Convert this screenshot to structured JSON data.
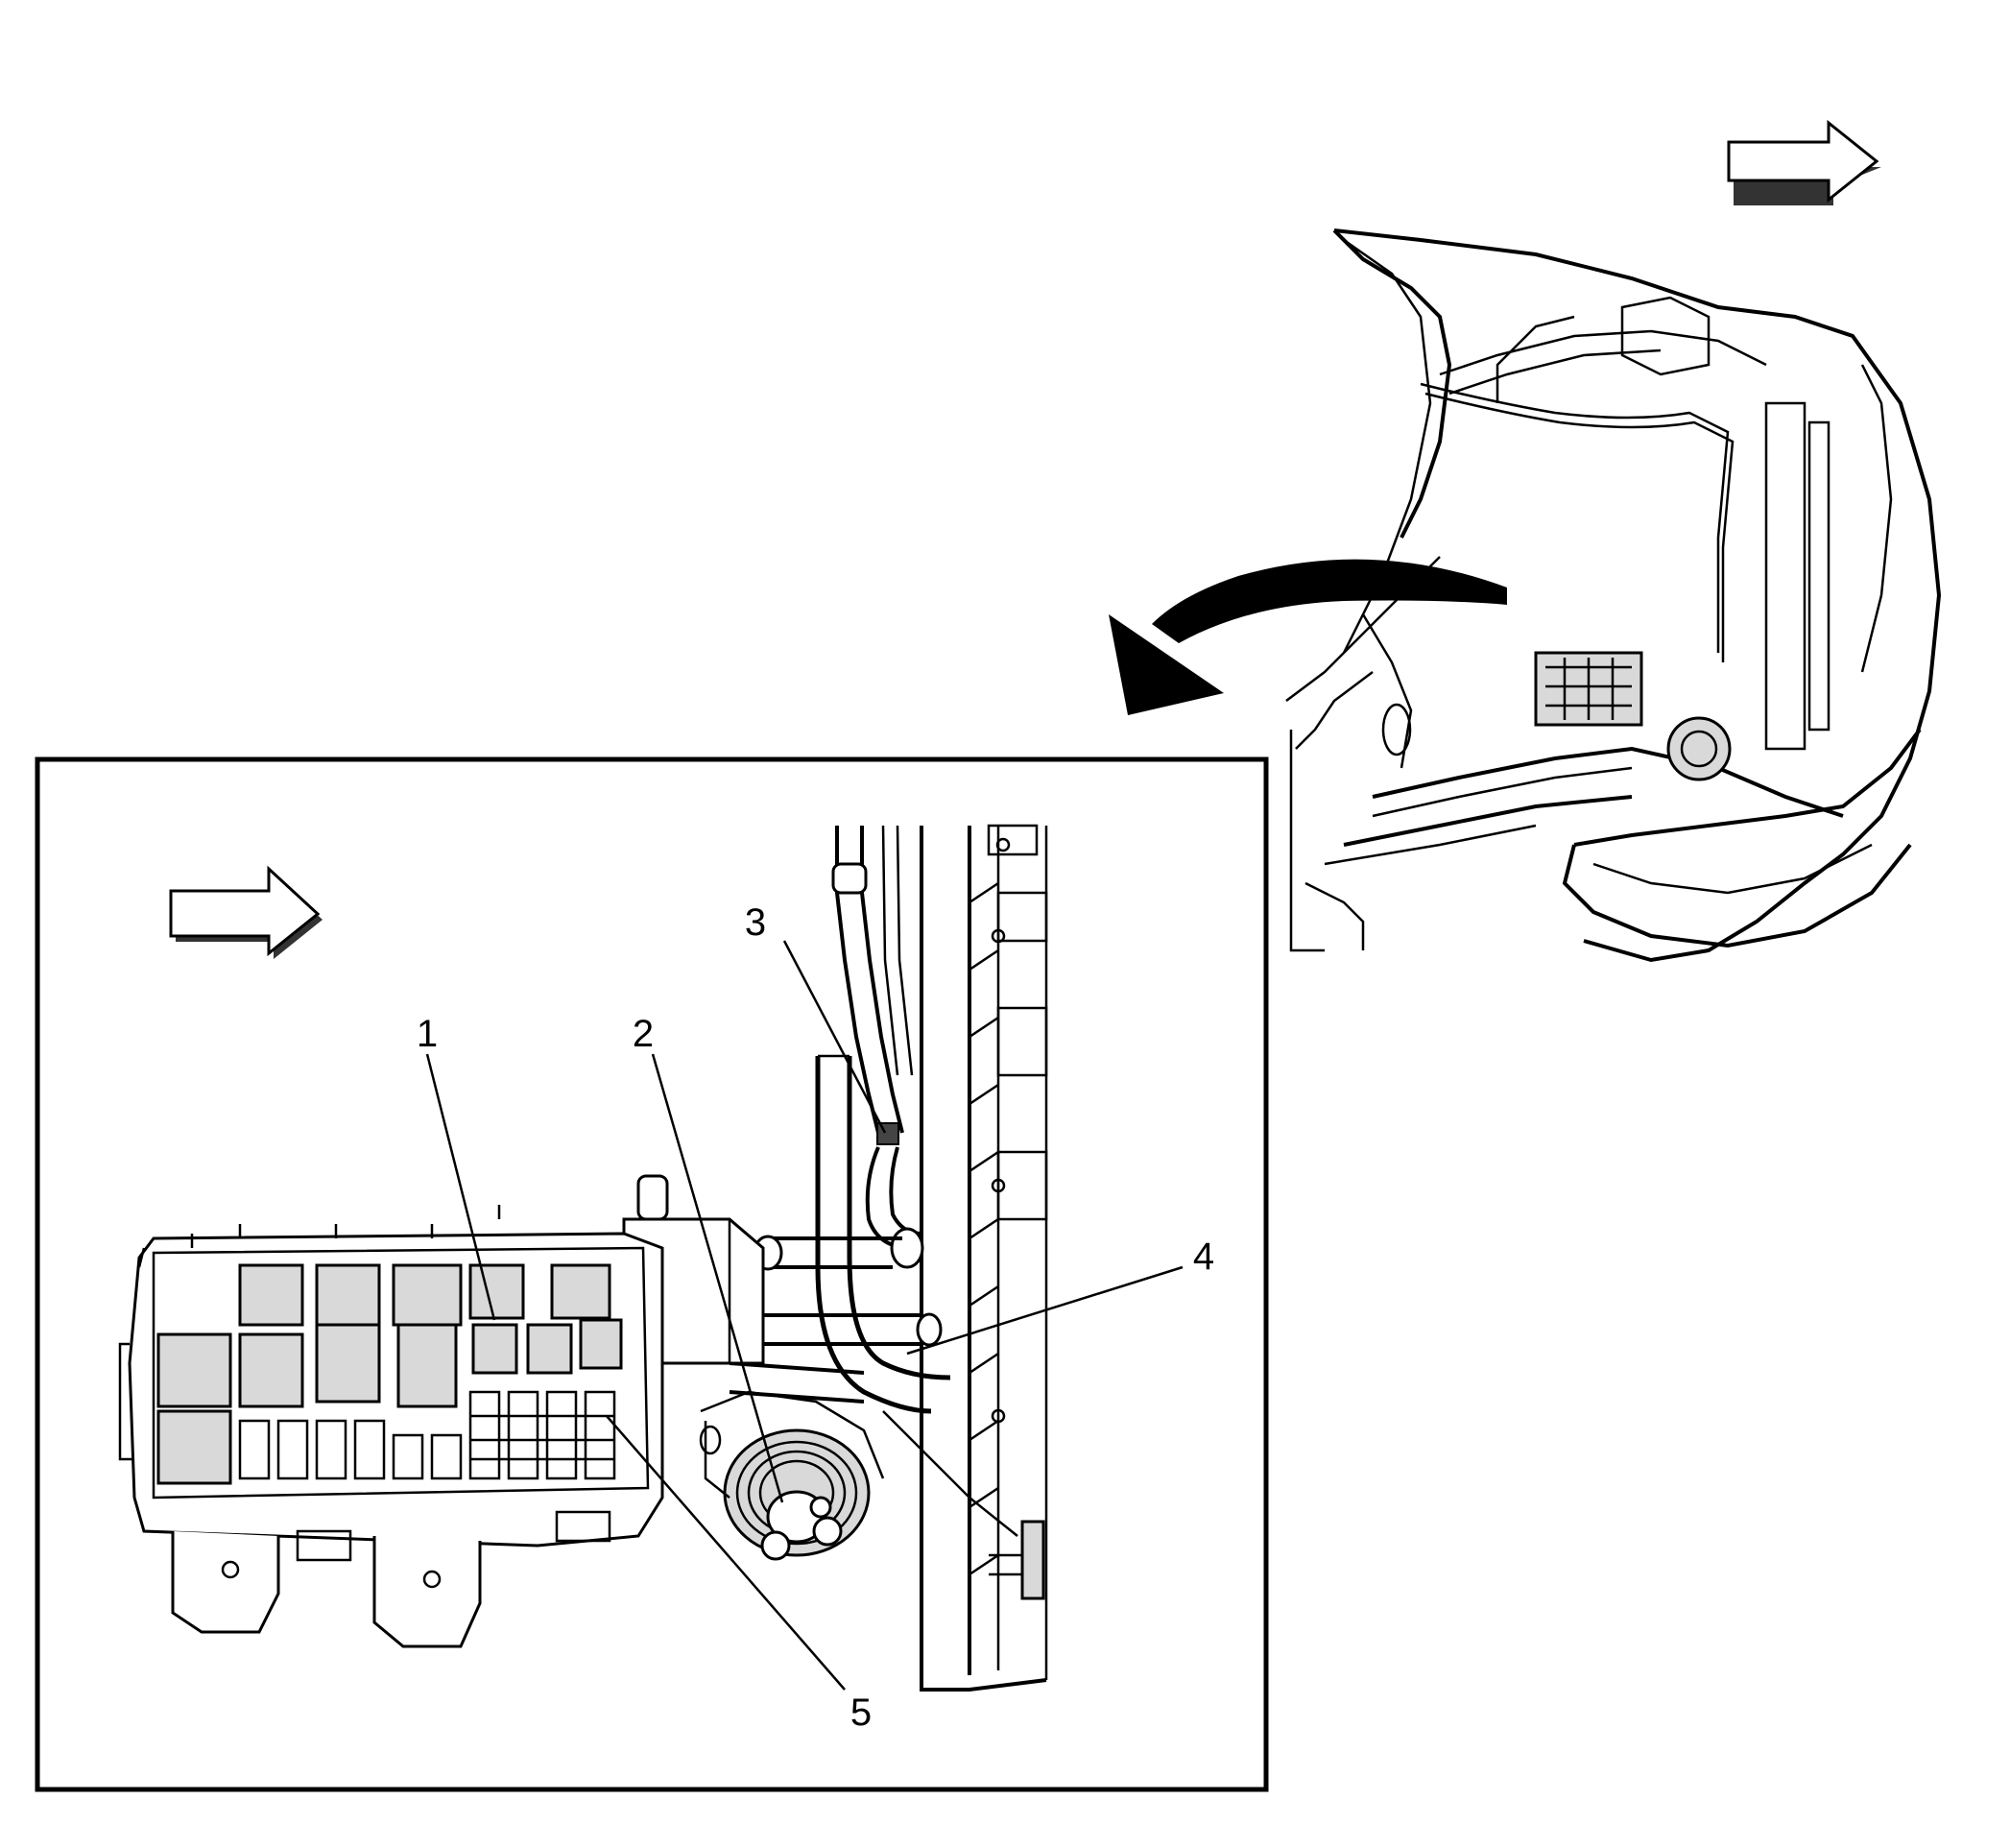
{
  "callouts": [
    {
      "id": "1",
      "label": "1"
    },
    {
      "id": "2",
      "label": "2"
    },
    {
      "id": "3",
      "label": "3"
    },
    {
      "id": "4",
      "label": "4"
    },
    {
      "id": "5",
      "label": "5"
    }
  ],
  "icons": {
    "orientation_arrow_top": "forward-direction-arrow-icon",
    "orientation_arrow_inset": "forward-direction-arrow-icon",
    "zoom_arrow": "curved-zoom-arrow-icon"
  },
  "colors": {
    "line": "#000000",
    "background": "#ffffff",
    "shade": "#d9d9d9"
  }
}
